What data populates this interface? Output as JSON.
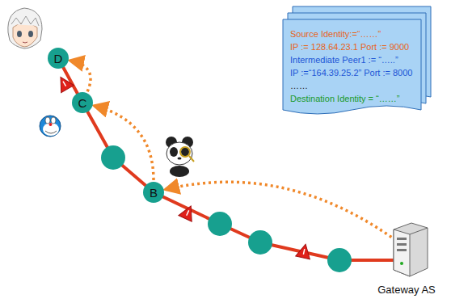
{
  "diagram": {
    "nodes": [
      {
        "text": [
          "D"
        ]
      },
      {
        "text": [
          "C"
        ]
      },
      {
        "text": [
          "B"
        ]
      },
      {
        "text": [
          "Source Identity:=“……”",
          "IP := 128.64.23.1 Port := 9000",
          "Intermediate Peer1 := “…..”",
          "IP :=“164.39.25.2” Port := 8000",
          "……",
          "Destination Identity = “……”"
        ]
      },
      {
        "text": [
          "Gateway AS"
        ]
      }
    ],
    "edges": [
      {
        "from": 4,
        "to": 2,
        "arrow": "to"
      },
      {
        "from": 2,
        "to": 1,
        "arrow": "to"
      },
      {
        "from": 1,
        "to": 0,
        "arrow": "to"
      }
    ]
  }
}
